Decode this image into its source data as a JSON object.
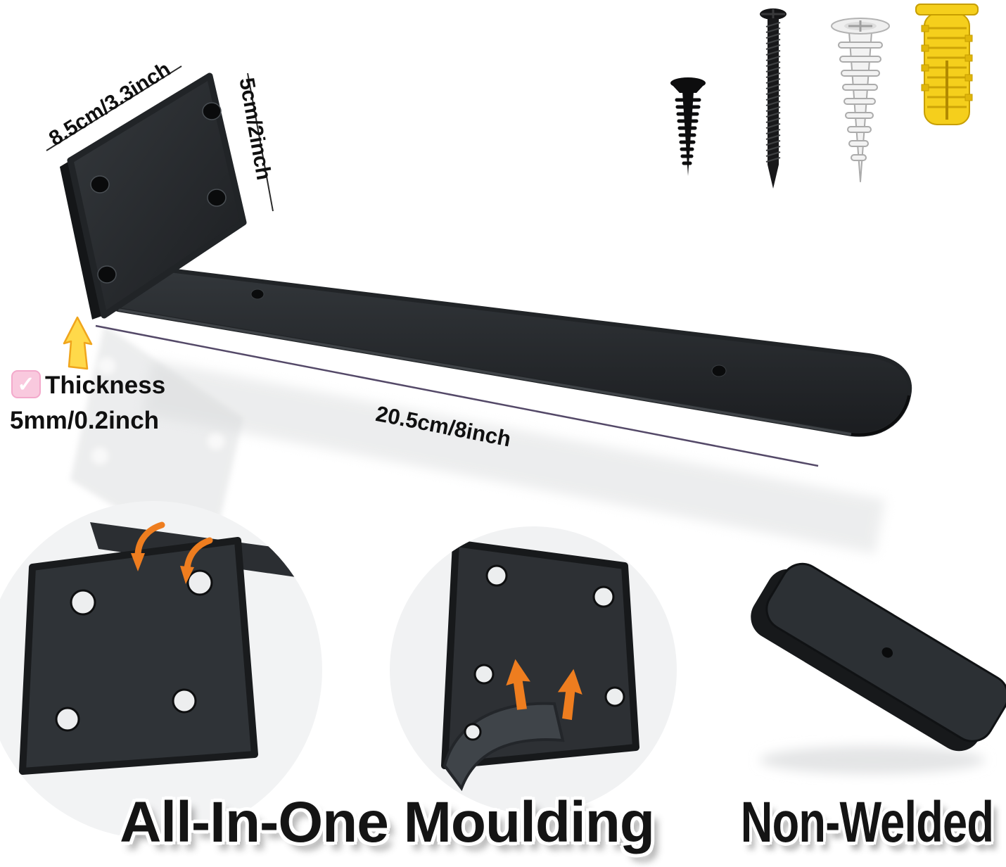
{
  "dimensions": {
    "plate_width": "8.5cm/3.3inch",
    "plate_height": "5cm/2inch",
    "bar_length": "20.5cm/8inch"
  },
  "thickness": {
    "check": "✓",
    "label": "Thickness",
    "value": "5mm/0.2inch"
  },
  "captions": {
    "moulding": "All-In-One Moulding",
    "non_welded": "Non-Welded"
  },
  "colors": {
    "bracket": "#26282b",
    "fold_arrow_orange": "#ee7d1f",
    "pointer_arrow_yellow": "#ffd94a",
    "anchor_yellow": "#f5cf1c",
    "dimension_line": "#544968",
    "caption_text": "#141414"
  }
}
